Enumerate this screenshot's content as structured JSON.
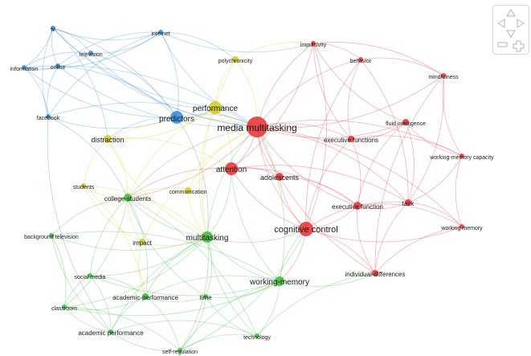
{
  "map": {
    "cluster_colors": {
      "blue": "#3a8fd9",
      "yellow": "#d4cf1f",
      "green": "#3fbf3f",
      "red": "#e8383d"
    },
    "nodes": [
      {
        "id": "tv",
        "label": "tv",
        "cluster": "blue"
      },
      {
        "id": "internet",
        "label": "internet",
        "cluster": "blue"
      },
      {
        "id": "television",
        "label": "television",
        "cluster": "blue"
      },
      {
        "id": "online",
        "label": "online",
        "cluster": "blue"
      },
      {
        "id": "information",
        "label": "information",
        "cluster": "blue"
      },
      {
        "id": "facebook",
        "label": "facebook",
        "cluster": "blue"
      },
      {
        "id": "predictors",
        "label": "predictors",
        "cluster": "blue"
      },
      {
        "id": "polychronicity",
        "label": "polychronicity",
        "cluster": "yellow"
      },
      {
        "id": "performance",
        "label": "performance",
        "cluster": "yellow"
      },
      {
        "id": "distraction",
        "label": "distraction",
        "cluster": "yellow"
      },
      {
        "id": "students",
        "label": "students",
        "cluster": "yellow"
      },
      {
        "id": "communication",
        "label": "communication",
        "cluster": "yellow"
      },
      {
        "id": "impact",
        "label": "impact",
        "cluster": "yellow"
      },
      {
        "id": "college-students",
        "label": "college-students",
        "cluster": "green"
      },
      {
        "id": "background-television",
        "label": "background television",
        "cluster": "green"
      },
      {
        "id": "multitasking",
        "label": "multitasking",
        "cluster": "green"
      },
      {
        "id": "social-media",
        "label": "social media",
        "cluster": "green"
      },
      {
        "id": "academic-performance-1",
        "label": "academic-performance",
        "cluster": "green"
      },
      {
        "id": "time",
        "label": "time",
        "cluster": "green"
      },
      {
        "id": "working-memory-green",
        "label": "working-memory",
        "cluster": "green"
      },
      {
        "id": "classroom",
        "label": "classroom",
        "cluster": "green"
      },
      {
        "id": "academic-performance-2",
        "label": "academic performance",
        "cluster": "green"
      },
      {
        "id": "technology",
        "label": "technology",
        "cluster": "green"
      },
      {
        "id": "self-regulation",
        "label": "self-regulation",
        "cluster": "green"
      },
      {
        "id": "impulsivity",
        "label": "impulsivity",
        "cluster": "red"
      },
      {
        "id": "behavior",
        "label": "behavior",
        "cluster": "red"
      },
      {
        "id": "mindfulness",
        "label": "mindfulness",
        "cluster": "red"
      },
      {
        "id": "media-multitasking",
        "label": "media multitasking",
        "cluster": "red"
      },
      {
        "id": "executive-functions",
        "label": "executive functions",
        "cluster": "red"
      },
      {
        "id": "fluid-intelligence",
        "label": "fluid intelligence",
        "cluster": "red"
      },
      {
        "id": "working-memory-capacity",
        "label": "working-memory capacity",
        "cluster": "red"
      },
      {
        "id": "attention",
        "label": "attention",
        "cluster": "red"
      },
      {
        "id": "adolescents",
        "label": "adolescents",
        "cluster": "red"
      },
      {
        "id": "executive-function",
        "label": "executive function",
        "cluster": "red"
      },
      {
        "id": "task",
        "label": "task",
        "cluster": "red"
      },
      {
        "id": "cognitive-control",
        "label": "cognitive control",
        "cluster": "red"
      },
      {
        "id": "working-memory-red",
        "label": "working memory",
        "cluster": "red"
      },
      {
        "id": "individual-differences",
        "label": "individual-differences",
        "cluster": "red"
      }
    ]
  },
  "navigation": {
    "up_icon": "triangle-up-icon",
    "down_icon": "triangle-down-icon",
    "left_icon": "triangle-left-icon",
    "right_icon": "triangle-right-icon",
    "zoom_out_icon": "minus-icon",
    "zoom_in_icon": "plus-icon"
  }
}
